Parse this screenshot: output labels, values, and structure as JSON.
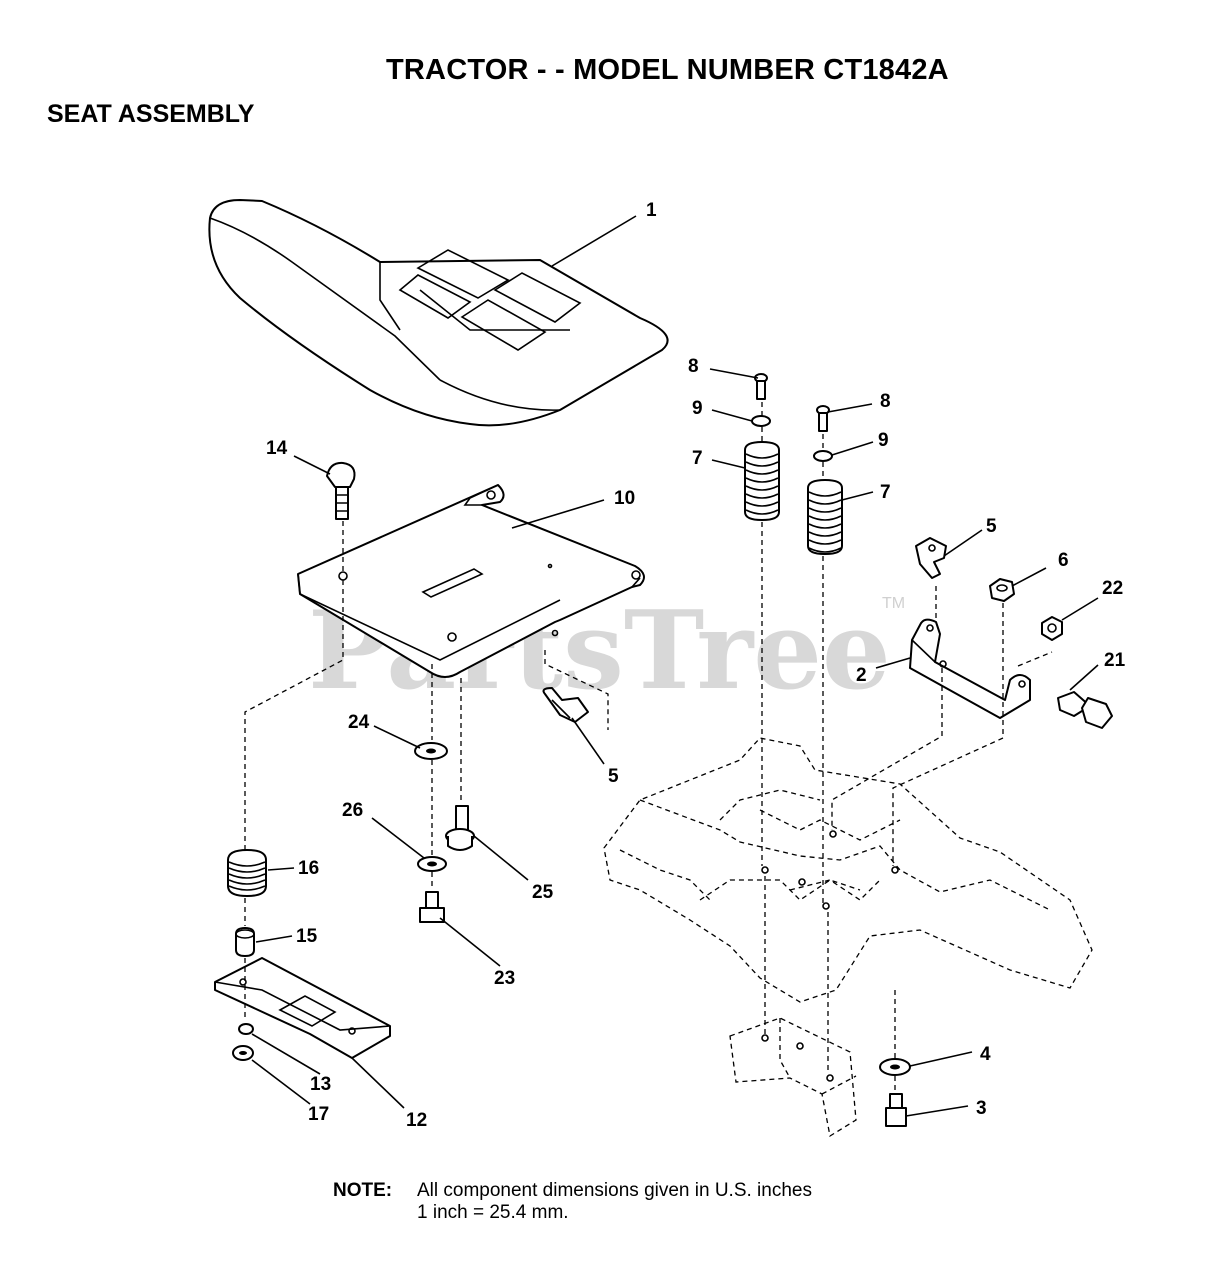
{
  "header": {
    "title": "TRACTOR - - MODEL NUMBER CT1842A",
    "subtitle": "SEAT ASSEMBLY"
  },
  "watermark": {
    "text": "PartsTree",
    "trademark": "TM"
  },
  "callouts": {
    "c1": "1",
    "c2": "2",
    "c3": "3",
    "c4": "4",
    "c5a": "5",
    "c5b": "5",
    "c6": "6",
    "c7a": "7",
    "c7b": "7",
    "c8a": "8",
    "c8b": "8",
    "c9a": "9",
    "c9b": "9",
    "c10": "10",
    "c12": "12",
    "c13": "13",
    "c14": "14",
    "c15": "15",
    "c16": "16",
    "c17": "17",
    "c21": "21",
    "c22": "22",
    "c23": "23",
    "c24": "24",
    "c25": "25",
    "c26": "26"
  },
  "note": {
    "label": "NOTE:",
    "line1": "All component dimensions given in U.S. inches",
    "line2": "1 inch = 25.4 mm."
  }
}
